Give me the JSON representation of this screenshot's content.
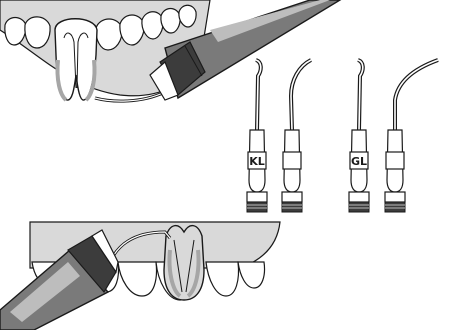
{
  "illustration": {
    "colors": {
      "ink": "#1a1a1a",
      "gum": "#d9d9d9",
      "gum_dark": "#a6a6a6",
      "tooth": "#ffffff",
      "handpiece_gray": "#7a7a7a",
      "handpiece_dark": "#3c3c3c",
      "handpiece_light": "#bdbdbd"
    },
    "tips": [
      {
        "id": "tip-1",
        "label": "KL"
      },
      {
        "id": "tip-2",
        "label": ""
      },
      {
        "id": "tip-3",
        "label": "GL"
      },
      {
        "id": "tip-4",
        "label": ""
      }
    ]
  }
}
